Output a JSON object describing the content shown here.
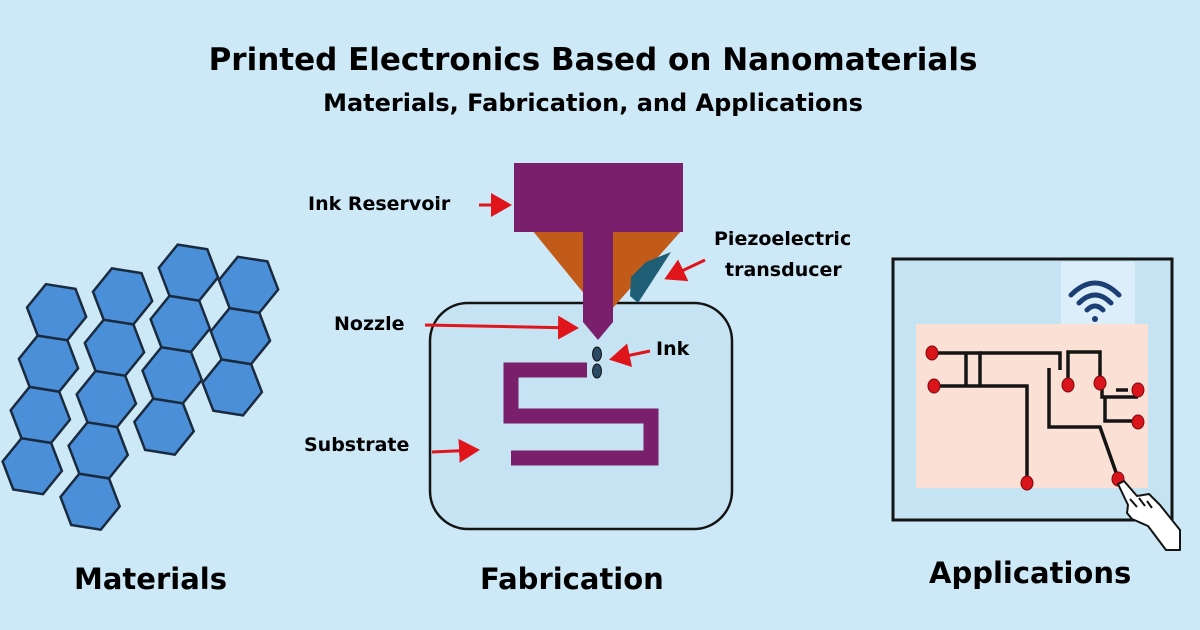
{
  "header": {
    "title": "Printed Electronics Based on Nanomaterials",
    "subtitle": "Materials, Fabrication, and Applications"
  },
  "sections": {
    "materials": "Materials",
    "fabrication": "Fabrication",
    "applications": "Applications"
  },
  "fabrication_labels": {
    "ink_reservoir": "Ink Reservoir",
    "piezo_line1": "Piezoelectric",
    "piezo_line2": "transducer",
    "nozzle": "Nozzle",
    "ink": "Ink",
    "substrate": "Substrate"
  },
  "colors": {
    "background": "#cde9f7",
    "hexagon_fill": "#4a8fd8",
    "printhead": "#7a1f6b",
    "cone": "#c25a1a",
    "transducer": "#1f5f75",
    "arrow": "#e0141b",
    "pcb": "#fbe0d6",
    "node": "#d9141b"
  },
  "icons": {
    "wifi": "wifi-icon",
    "hand": "pointing-hand-icon"
  }
}
